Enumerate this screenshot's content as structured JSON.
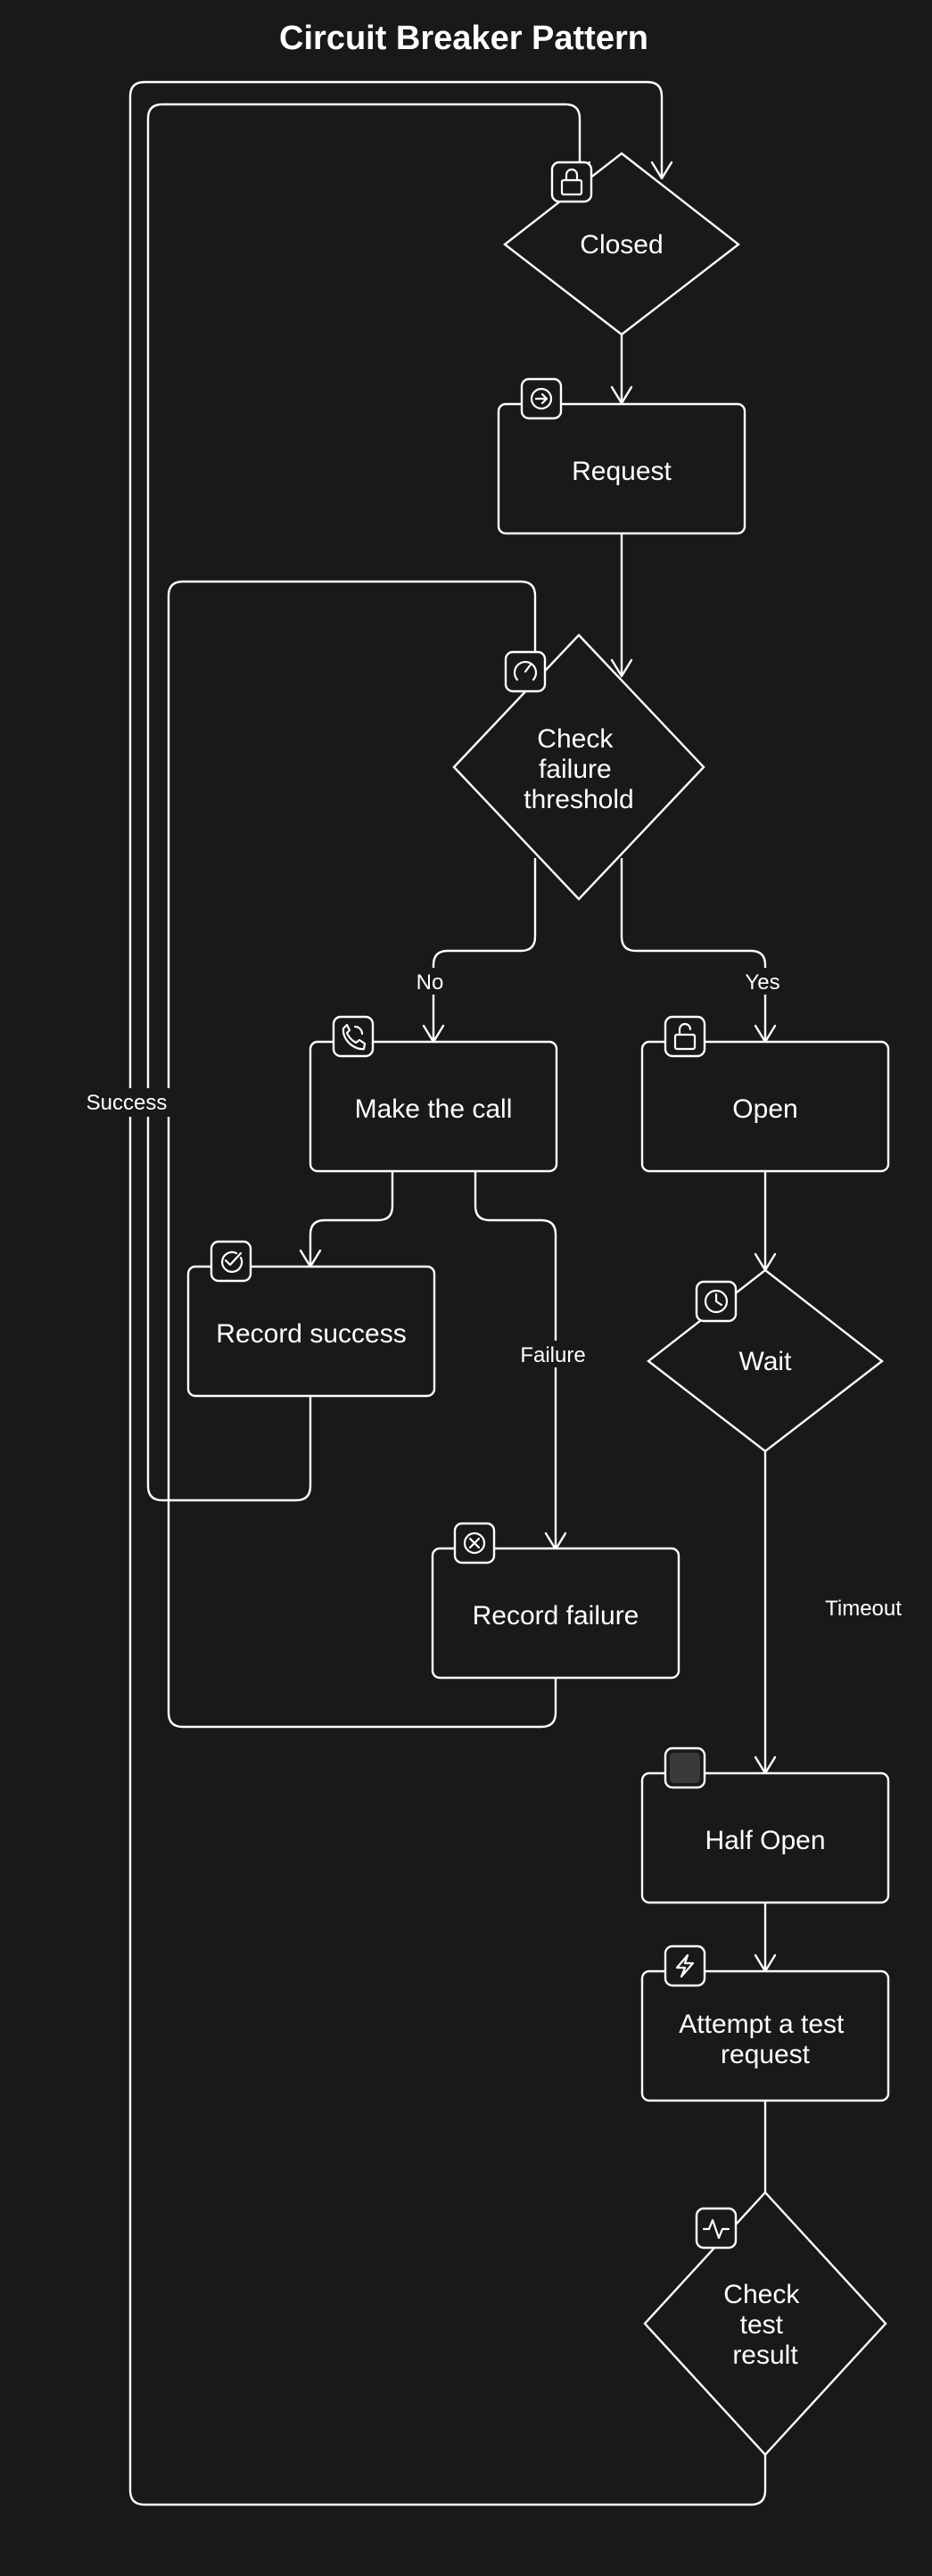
{
  "title": "Circuit Breaker Pattern",
  "nodes": {
    "closed": {
      "label": [
        "Closed"
      ],
      "icon": "lock-icon"
    },
    "request": {
      "label": [
        "Request"
      ],
      "icon": "arrow-right-circle-icon"
    },
    "check_threshold": {
      "label": [
        "Check",
        "failure",
        "threshold"
      ],
      "icon": "gauge-icon"
    },
    "make_call": {
      "label": [
        "Make the call"
      ],
      "icon": "phone-icon"
    },
    "open": {
      "label": [
        "Open"
      ],
      "icon": "unlock-icon"
    },
    "record_success": {
      "label": [
        "Record success"
      ],
      "icon": "check-circle-icon"
    },
    "wait": {
      "label": [
        "Wait"
      ],
      "icon": "clock-icon"
    },
    "record_failure": {
      "label": [
        "Record failure"
      ],
      "icon": "x-circle-icon"
    },
    "half_open": {
      "label": [
        "Half Open"
      ],
      "icon": "half-square-icon"
    },
    "attempt_test": {
      "label": [
        "Attempt a test",
        "request"
      ],
      "icon": "lightning-icon"
    },
    "check_result": {
      "label": [
        "Check",
        "test",
        "result"
      ],
      "icon": "activity-icon"
    }
  },
  "edge_labels": {
    "no": "No",
    "yes": "Yes",
    "success": "Success",
    "failure": "Failure",
    "timeout": "Timeout"
  },
  "colors": {
    "background": "#191919",
    "stroke": "#ffffff",
    "text": "#ffffff"
  }
}
